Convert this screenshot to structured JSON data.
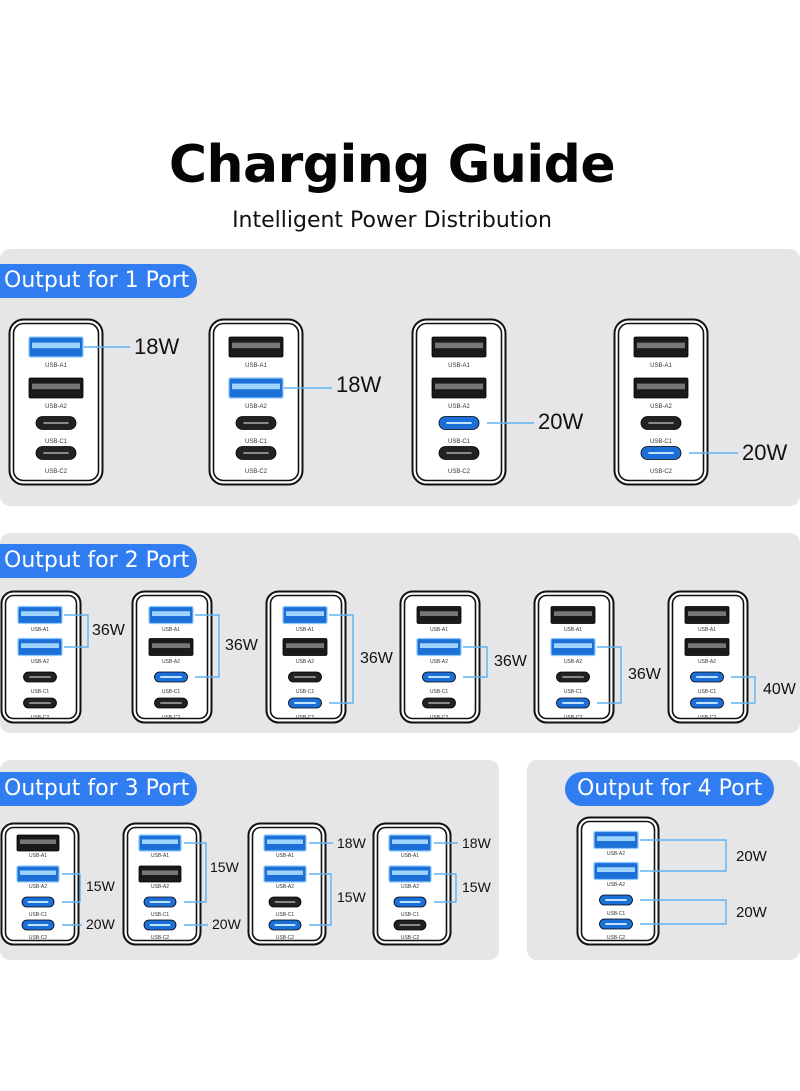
{
  "header": {
    "title": "Charging Guide",
    "subtitle": "Intelligent Power Distribution"
  },
  "port_labels": [
    "USB-A1",
    "USB-A2",
    "USB-C1",
    "USB-C2"
  ],
  "colors": {
    "accent": "#2f7df0",
    "panel": "#e6e6e8",
    "active_port": "#1d6fd8",
    "inactive_port": "#1a1a1a",
    "connector_line": "#5fb3f0"
  },
  "sections": {
    "one_port": {
      "title": "Output for 1 Port",
      "chargers": [
        {
          "active": [
            "USB-A1"
          ],
          "watts": [
            "18W"
          ]
        },
        {
          "active": [
            "USB-A2"
          ],
          "watts": [
            "18W"
          ]
        },
        {
          "active": [
            "USB-C1"
          ],
          "watts": [
            "20W"
          ]
        },
        {
          "active": [
            "USB-C2"
          ],
          "watts": [
            "20W"
          ]
        }
      ]
    },
    "two_port": {
      "title": "Output for 2 Port",
      "chargers": [
        {
          "active": [
            "USB-A1",
            "USB-A2"
          ],
          "watts": [
            "36W"
          ]
        },
        {
          "active": [
            "USB-A1",
            "USB-C1"
          ],
          "watts": [
            "36W"
          ]
        },
        {
          "active": [
            "USB-A1",
            "USB-C2"
          ],
          "watts": [
            "36W"
          ]
        },
        {
          "active": [
            "USB-A2",
            "USB-C1"
          ],
          "watts": [
            "36W"
          ]
        },
        {
          "active": [
            "USB-A2",
            "USB-C2"
          ],
          "watts": [
            "36W"
          ]
        },
        {
          "active": [
            "USB-C1",
            "USB-C2"
          ],
          "watts": [
            "40W"
          ]
        }
      ]
    },
    "three_port": {
      "title": "Output for 3 Port",
      "chargers": [
        {
          "active": [
            "USB-A2",
            "USB-C1",
            "USB-C2"
          ],
          "watts": [
            "15W",
            "20W"
          ]
        },
        {
          "active": [
            "USB-A1",
            "USB-C1",
            "USB-C2"
          ],
          "watts": [
            "15W",
            "20W"
          ]
        },
        {
          "active": [
            "USB-A1",
            "USB-A2",
            "USB-C2"
          ],
          "watts": [
            "18W",
            "15W"
          ]
        },
        {
          "active": [
            "USB-A1",
            "USB-A2",
            "USB-C1"
          ],
          "watts": [
            "18W",
            "15W"
          ]
        }
      ]
    },
    "four_port": {
      "title": "Output for 4 Port",
      "charger_port_labels": [
        "USB-A2",
        "USB-A2",
        "USB-C1",
        "USB-C2"
      ],
      "chargers": [
        {
          "active": [
            "USB-A1",
            "USB-A2",
            "USB-C1",
            "USB-C2"
          ],
          "watts": [
            "20W",
            "20W"
          ]
        }
      ]
    }
  }
}
